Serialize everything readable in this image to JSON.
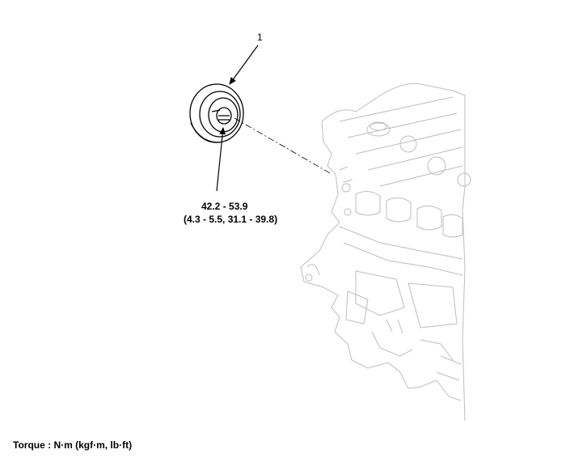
{
  "callout": {
    "number": "1"
  },
  "torque_spec": {
    "line1": "42.2 - 53.9",
    "line2": "(4.3 - 5.5, 31.1 - 39.8)"
  },
  "footer": {
    "units_note": "Torque : N·m (kgf·m, lb·ft)"
  }
}
